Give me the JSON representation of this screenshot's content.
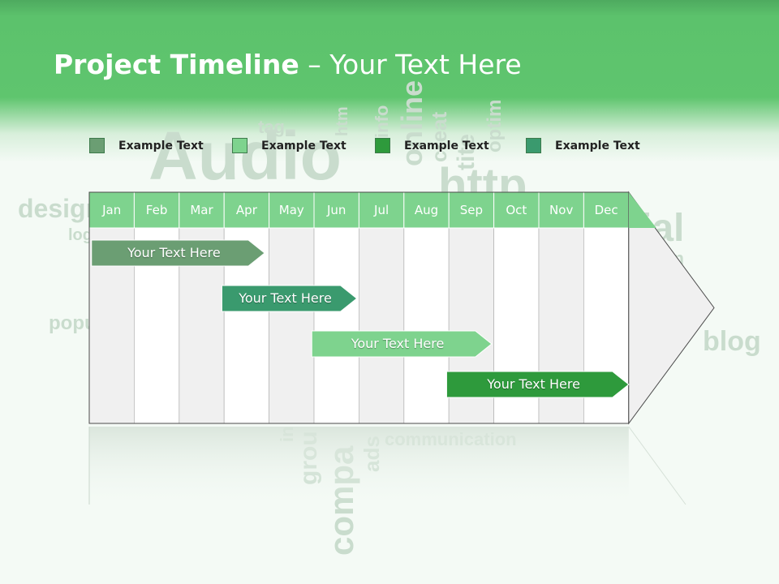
{
  "title": {
    "bold": "Project Timeline",
    "rest": " – Your Text Here"
  },
  "legend": [
    {
      "label": "Example Text",
      "color": "#6b9e73"
    },
    {
      "label": "Example Text",
      "color": "#7ed38e"
    },
    {
      "label": "Example Text",
      "color": "#2e9a3c"
    },
    {
      "label": "Example Text",
      "color": "#3a9a6e"
    }
  ],
  "months": [
    "Jan",
    "Feb",
    "Mar",
    "Apr",
    "May",
    "Jun",
    "Jul",
    "Aug",
    "Sep",
    "Oct",
    "Nov",
    "Dec"
  ],
  "tasks": [
    {
      "label": "Your  Text Here",
      "start_month": 0.05,
      "end_month": 3.9,
      "color": "#6b9e73"
    },
    {
      "label": "Your  Text Here",
      "start_month": 2.95,
      "end_month": 5.95,
      "color": "#3a9a6e"
    },
    {
      "label": "Your  Text Here",
      "start_month": 4.95,
      "end_month": 8.95,
      "color": "#7ed38e"
    },
    {
      "label": "Your  Text Here",
      "start_month": 7.95,
      "end_month": 12.0,
      "color": "#2e9a3c"
    }
  ],
  "colors": {
    "header_green": "#5fc56e",
    "month_bar": "#7ed38e"
  },
  "word_cloud": [
    "Audio",
    "http",
    "design",
    "log",
    "tag",
    "htm",
    "info",
    "online",
    "creat",
    "tite",
    "optim",
    "ial",
    "ion",
    "popu",
    "blog",
    "in",
    "grou",
    "compa",
    "ads",
    "communication"
  ]
}
